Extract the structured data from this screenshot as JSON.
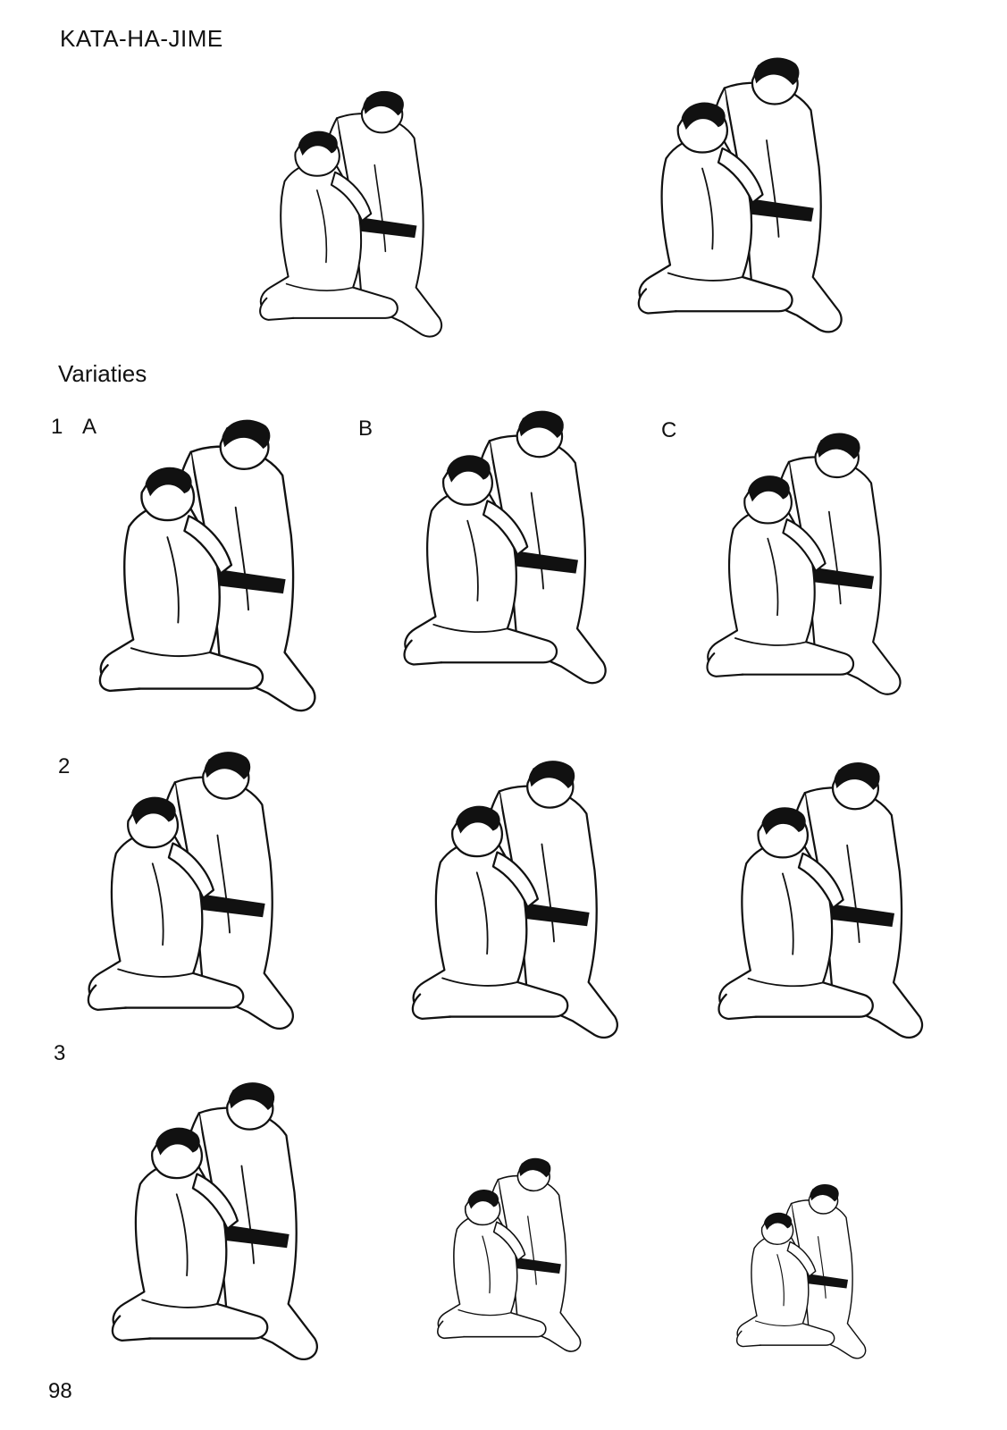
{
  "header": {
    "title": "KATA-HA-JIME"
  },
  "variations": {
    "heading": "Variaties",
    "row1": {
      "number": "1",
      "labels": [
        "A",
        "B",
        "C"
      ]
    },
    "row2": {
      "number": "2"
    },
    "row3": {
      "number": "3"
    }
  },
  "footer": {
    "page_number": "98"
  },
  "illustrations": [
    {
      "id": "main-1",
      "subject": "judo-pair"
    },
    {
      "id": "main-2",
      "subject": "judo-pair"
    },
    {
      "id": "1a",
      "subject": "judo-pair"
    },
    {
      "id": "1b",
      "subject": "judo-pair"
    },
    {
      "id": "1c",
      "subject": "judo-pair"
    },
    {
      "id": "2-1",
      "subject": "judo-pair"
    },
    {
      "id": "2-2",
      "subject": "judo-pair"
    },
    {
      "id": "2-3",
      "subject": "judo-pair"
    },
    {
      "id": "3-1",
      "subject": "judo-pair"
    },
    {
      "id": "3-2",
      "subject": "judo-pair"
    },
    {
      "id": "3-3",
      "subject": "judo-pair"
    }
  ]
}
